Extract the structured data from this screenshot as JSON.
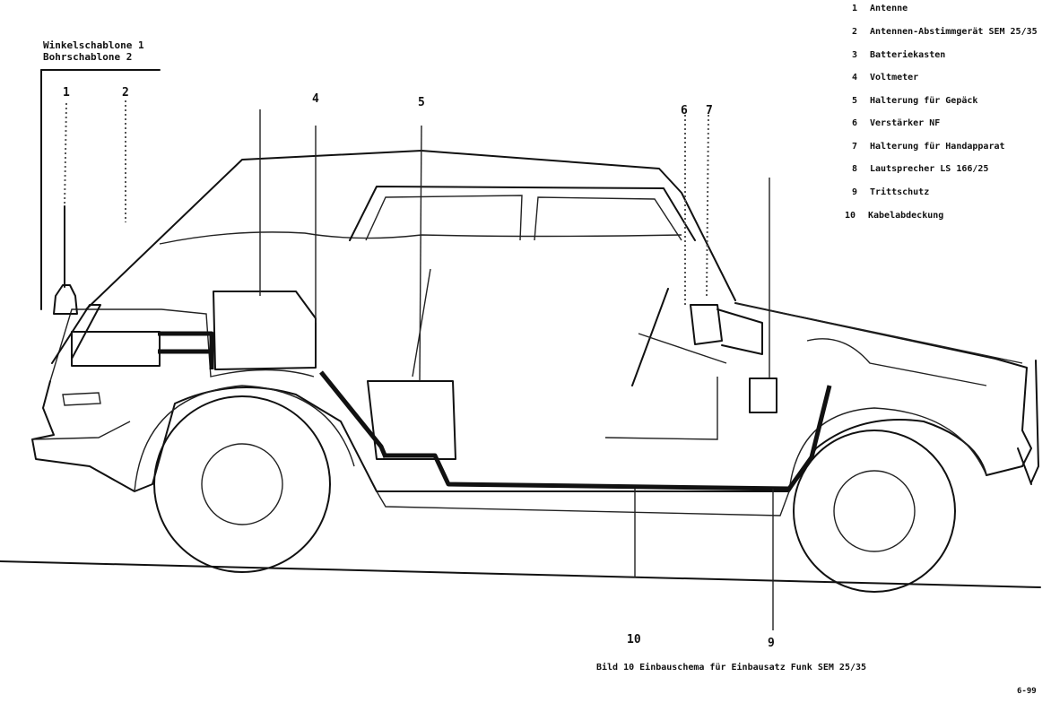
{
  "template_labels": {
    "line1": "Winkelschablone 1",
    "line2": "Bohrschablone 2"
  },
  "callouts": [
    {
      "id": "c1",
      "text": "1"
    },
    {
      "id": "c2",
      "text": "2"
    },
    {
      "id": "c4",
      "text": "4"
    },
    {
      "id": "c5",
      "text": "5"
    },
    {
      "id": "c6",
      "text": "6"
    },
    {
      "id": "c7",
      "text": "7"
    },
    {
      "id": "c10",
      "text": "10"
    },
    {
      "id": "c9",
      "text": "9"
    }
  ],
  "legend": [
    {
      "num": "1",
      "text": "Antenne"
    },
    {
      "num": "2",
      "text": "Antennen-Abstimmgerät SEM 25/35"
    },
    {
      "num": "3",
      "text": "Batteriekasten"
    },
    {
      "num": "4",
      "text": "Voltmeter"
    },
    {
      "num": "5",
      "text": "Halterung für Gepäck"
    },
    {
      "num": "6",
      "text": "Verstärker NF"
    },
    {
      "num": "7",
      "text": "Halterung für Handapparat"
    },
    {
      "num": "8",
      "text": "Lautsprecher LS 166/25"
    },
    {
      "num": "9",
      "text": "Trittschutz"
    },
    {
      "num": "10",
      "text": "Kabelabdeckung"
    }
  ],
  "caption": "Bild 10  Einbauschema für Einbausatz Funk SEM 25/35",
  "page_mark": "6-99"
}
